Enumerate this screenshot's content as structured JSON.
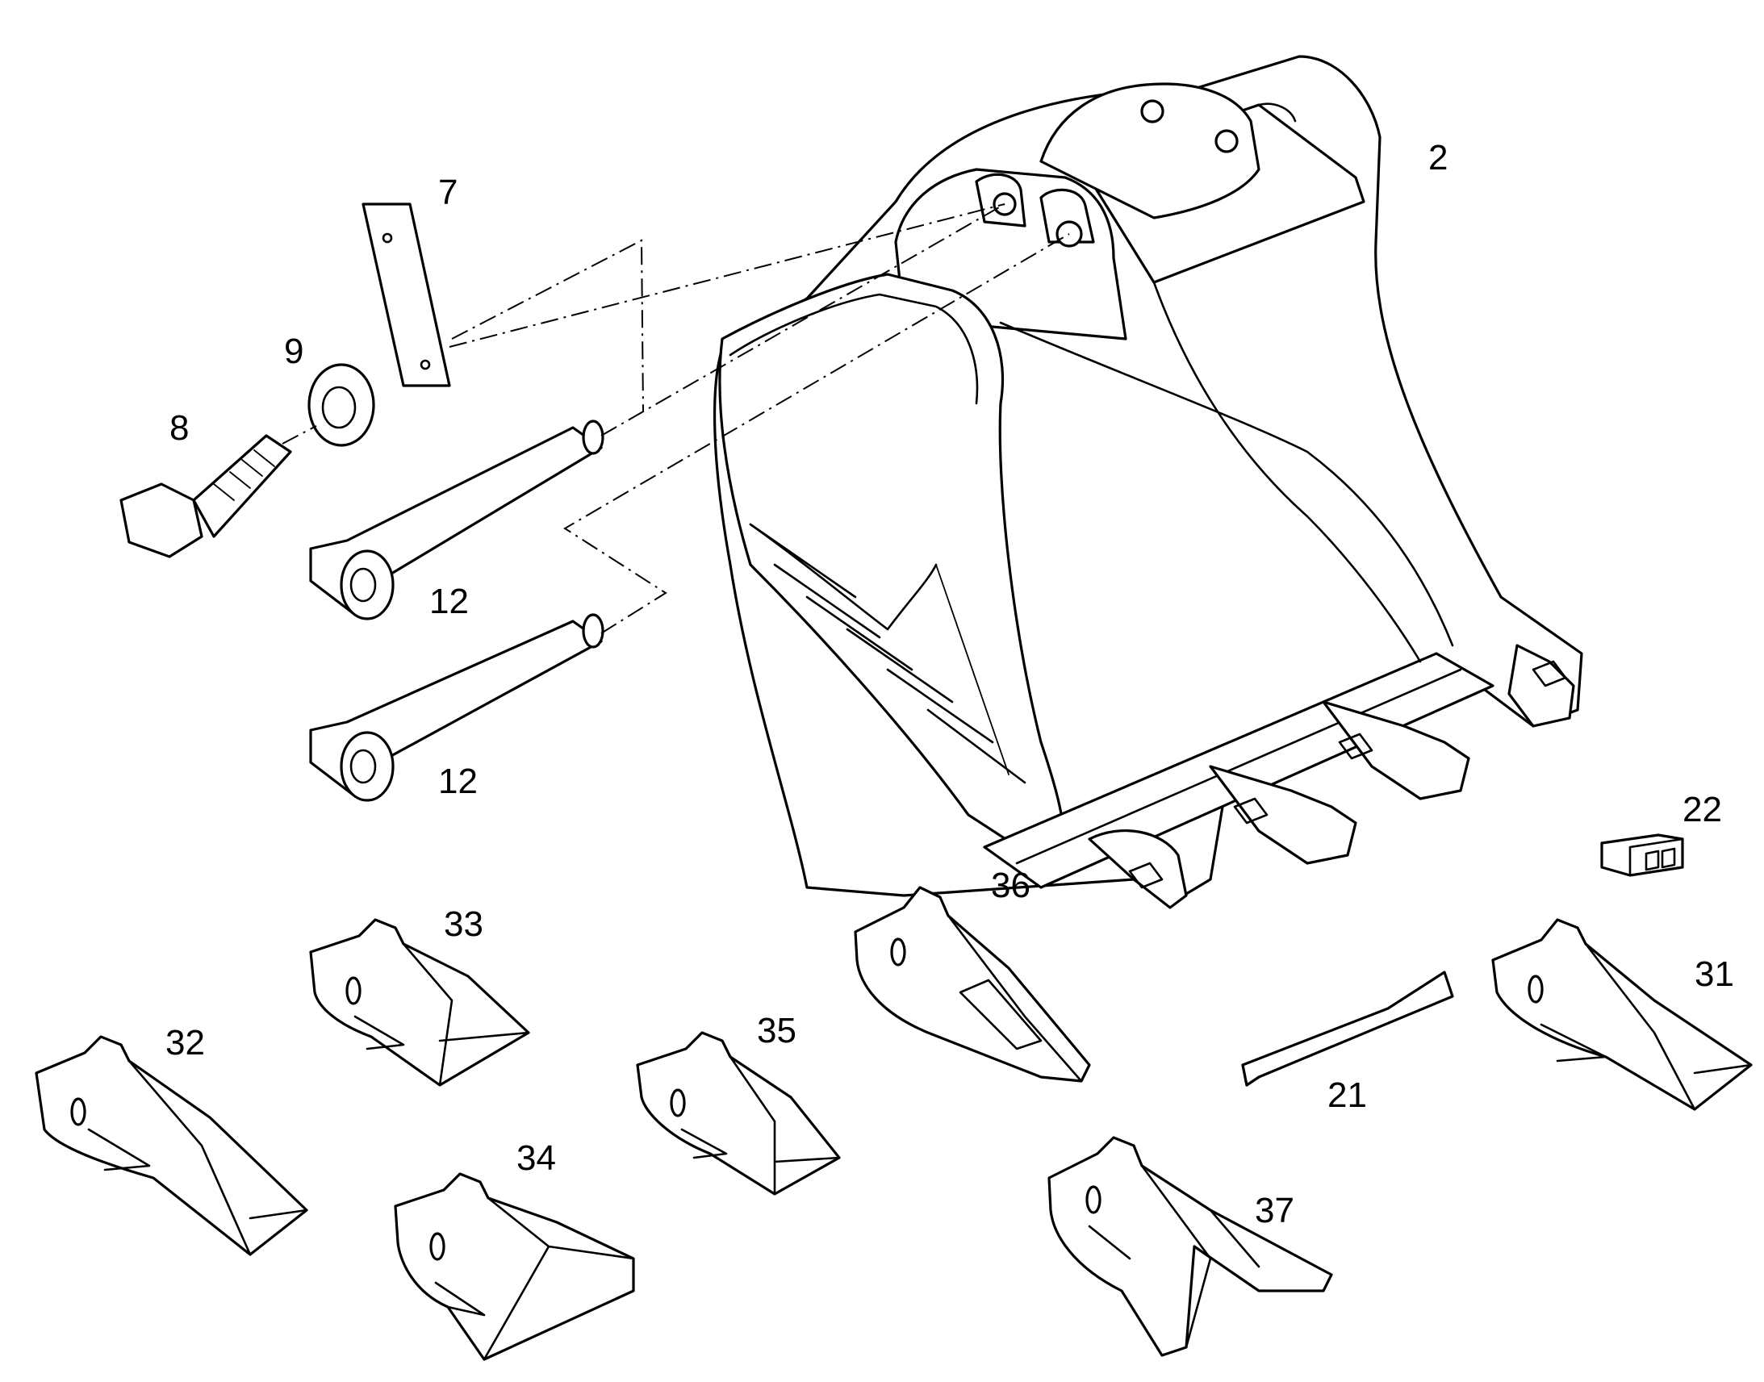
{
  "labels": {
    "p2": "2",
    "p7": "7",
    "p8": "8",
    "p9": "9",
    "p12a": "12",
    "p12b": "12",
    "p21": "21",
    "p22": "22",
    "p31": "31",
    "p32": "32",
    "p33": "33",
    "p34": "34",
    "p35": "35",
    "p36": "36",
    "p37": "37"
  },
  "colors": {
    "line": "#000000",
    "background": "#ffffff"
  }
}
